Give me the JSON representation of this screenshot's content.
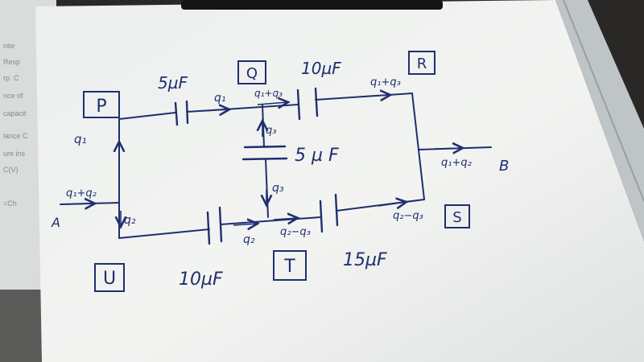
{
  "nodes": {
    "P": "P",
    "Q": "Q",
    "R": "R",
    "S": "S",
    "T": "T",
    "U": "U"
  },
  "terminals": {
    "A": "A",
    "B": "B"
  },
  "capacitors": {
    "PQ": "5µF",
    "QR": "10µF",
    "QT": "5 µ F",
    "UT": "10µF",
    "TS": "15µF"
  },
  "currents": {
    "in_A": "q₁+q₂",
    "left_up": "q₁",
    "left_down": "q₂",
    "PQ": "q₁",
    "Q_to_R": "q₁+q₃",
    "mid_up": "q₃",
    "mid_down": "q₃",
    "UT": "q₂",
    "T_to_S": "q₂−q₃",
    "R_label": "q₁+q₃",
    "S_label": "q₂−q₃",
    "out_B": "q₁+q₂"
  },
  "colors": {
    "ink": "#1f2f6e",
    "paper": "#f4f5f2",
    "background": "#2a2826"
  }
}
